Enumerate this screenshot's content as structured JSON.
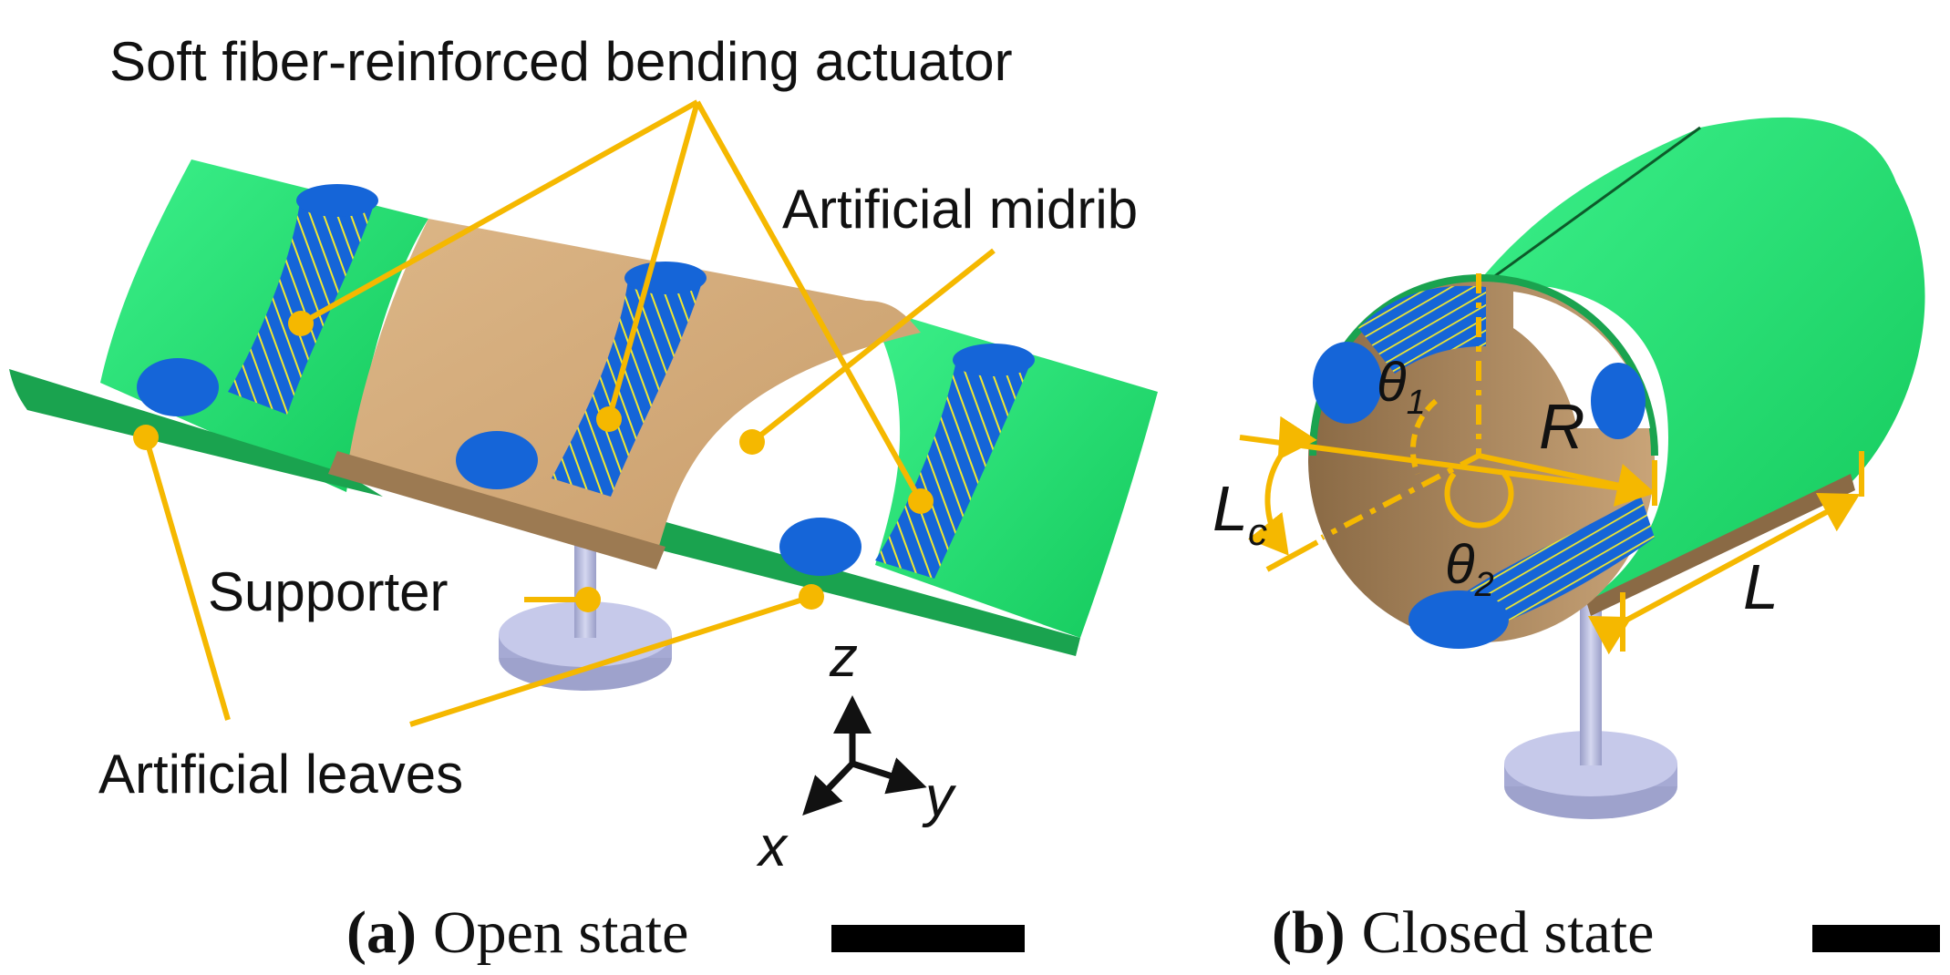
{
  "labels": {
    "actuator": "Soft fiber-reinforced bending actuator",
    "midrib": "Artificial midrib",
    "supporter": "Supporter",
    "leaves": "Artificial leaves"
  },
  "axes": {
    "z": "z",
    "y": "y",
    "x": "x"
  },
  "symbols": {
    "theta": "θ",
    "theta1_sub": "1",
    "theta2_sub": "2",
    "R": "R",
    "L": "L",
    "Lc": "L",
    "Lc_sub": "c"
  },
  "captions": {
    "a_tag": "(a)",
    "a_text": "Open state",
    "b_tag": "(b)",
    "b_text": "Closed state"
  },
  "colors": {
    "leaf_green": "#1fdc6a",
    "leaf_dark": "#0f9a45",
    "midrib_tan": "#d2a877",
    "midrib_dark": "#8a6a45",
    "actuator_blue": "#1565d8",
    "fiber_yellow": "#e8e020",
    "annotation": "#f5b800",
    "stand": "#b9bddf"
  }
}
